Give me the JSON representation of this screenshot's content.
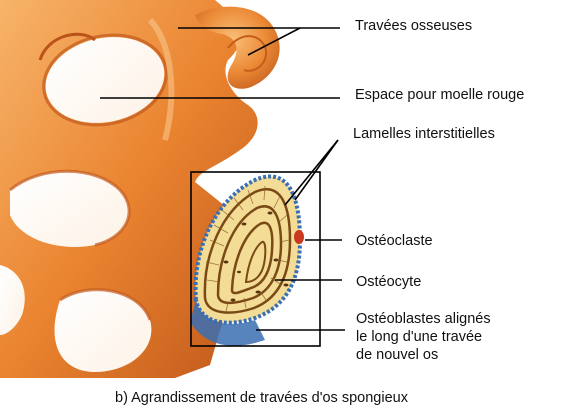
{
  "labels": {
    "travees": "Travées osseuses",
    "espace": "Espace pour moelle rouge",
    "lamelles": "Lamelles interstitielles",
    "osteoclaste": "Ostéoclaste",
    "osteocyte": "Ostéocyte",
    "osteoblastes_1": "Ostéoblastes alignés",
    "osteoblastes_2": "le long d'une travée",
    "osteoblastes_3": "de nouvel os"
  },
  "caption": "b) Agrandissement de travées d'os spongieux",
  "colors": {
    "bone_orange": "#e9812f",
    "bone_dark": "#c0581a",
    "bone_light": "#f7b46a",
    "lamella_cream": "#f3dc95",
    "lamella_line": "#7a4a16",
    "osteoblast_blue": "#3b6fb3",
    "osteoclast_red": "#c8391f",
    "leader": "#000000"
  }
}
